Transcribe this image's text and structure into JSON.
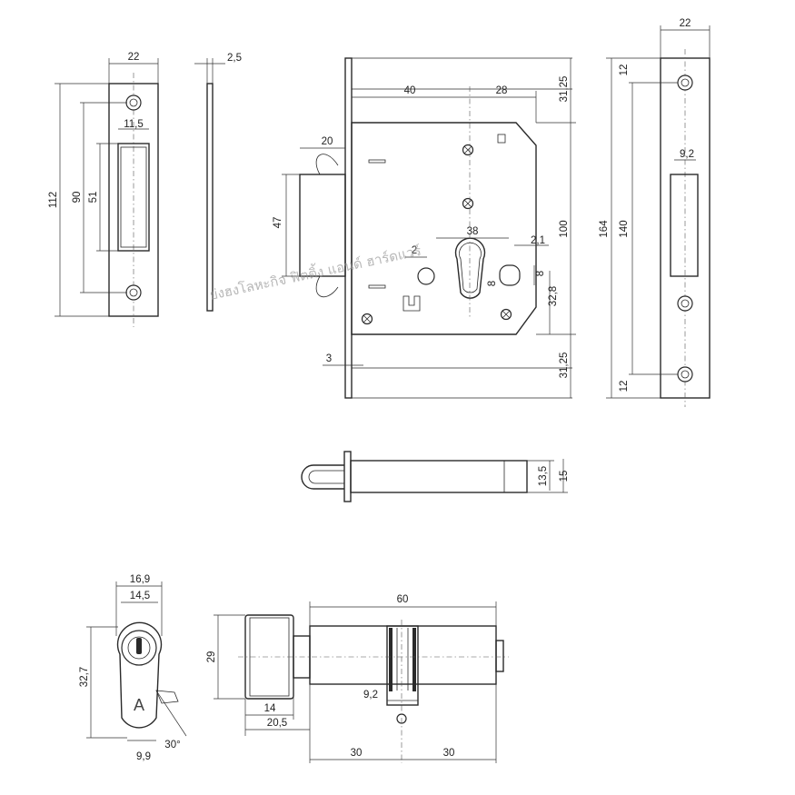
{
  "watermark": "ย่งฮงโลหะกิจ ฟิตติ้ง แอนด์ ฮาร์ดแวร์",
  "strike_plate": {
    "width": "22",
    "height": "112",
    "hole_pitch": "90",
    "window_height": "51",
    "window_width": "11,5",
    "thickness": "2,5"
  },
  "lock_body": {
    "backset": "40",
    "cam_offset": "28",
    "top_margin": "31,25",
    "bottom_margin": "31,25",
    "body_height": "100",
    "bolt_throw": "20",
    "bolt_height": "47",
    "faceplate_thickness": "3",
    "cylinder_spacing": "38",
    "left_offset": "2",
    "right_offset": "2,1",
    "slot_width": "8",
    "slot_height": "8",
    "cylinder_center": "32,8"
  },
  "faceplate": {
    "width": "22",
    "height": "164",
    "hole_pitch": "140",
    "top_margin": "12",
    "bottom_margin": "12",
    "window_width": "9,2"
  },
  "bolt": {
    "height": "13,5",
    "total_height": "15"
  },
  "cylinder": {
    "outer_width": "16,9",
    "inner_width": "14,5",
    "height": "32,7",
    "cam_angle": "30°",
    "cam_width": "9,9",
    "knob_diameter": "29",
    "length": "60",
    "knob_length": "14",
    "knob_offset": "20,5",
    "screw_width": "9,2",
    "half_left": "30",
    "half_right": "30"
  }
}
